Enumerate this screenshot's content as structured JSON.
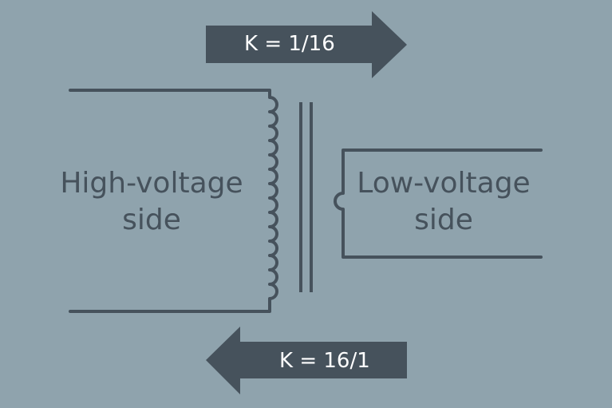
{
  "colors": {
    "background": "#8fa3ad",
    "ink": "#46525c",
    "arrow_text": "#ffffff"
  },
  "arrows": {
    "top_label": "K = 1/16",
    "bottom_label": "K = 16/1"
  },
  "high_voltage": {
    "line1": "High-voltage",
    "line2": "side"
  },
  "low_voltage": {
    "line1": "Low-voltage",
    "line2": "side"
  }
}
